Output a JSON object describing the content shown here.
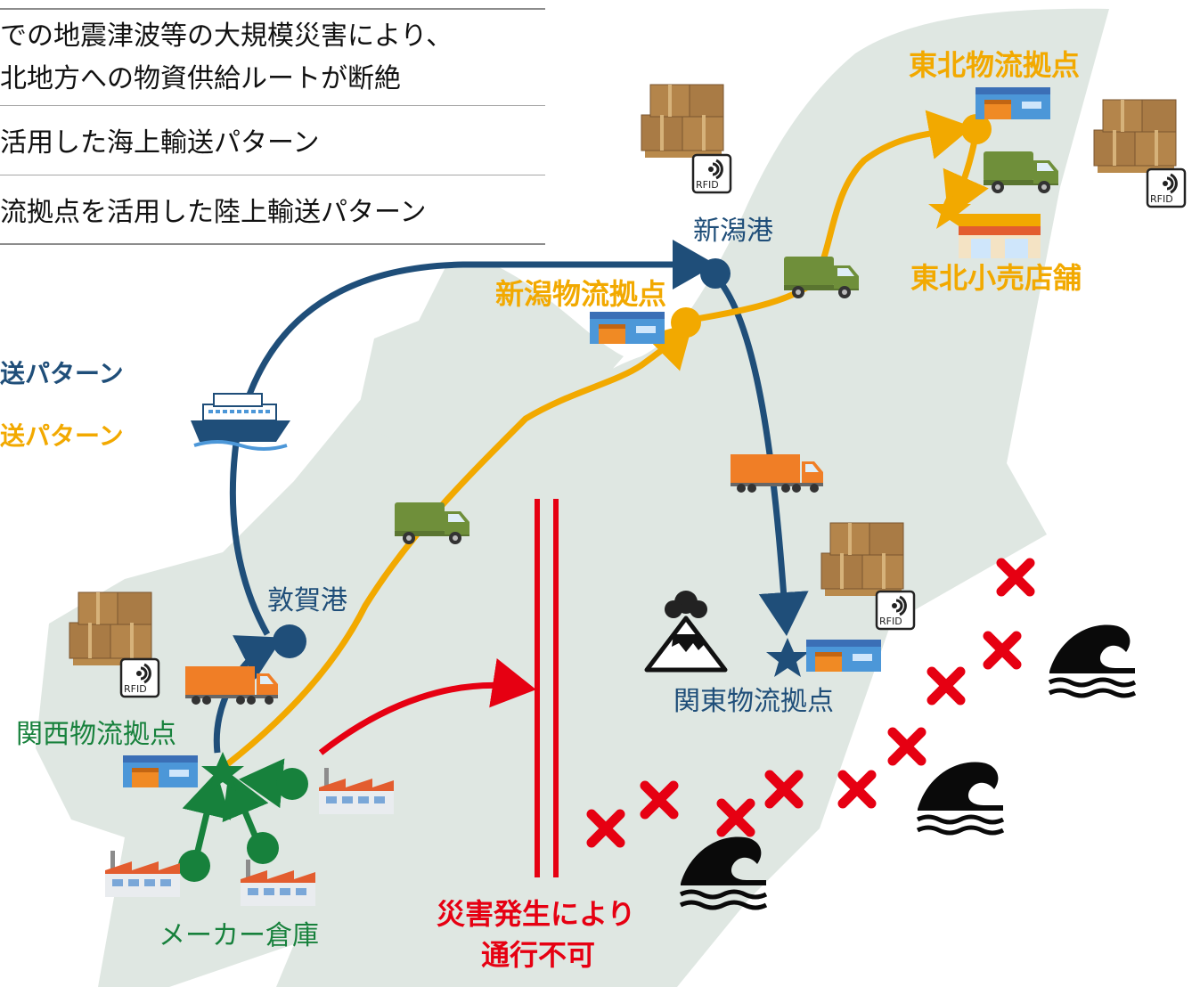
{
  "header": {
    "line1": "での地震津波等の大規模災害により、",
    "line2": "北地方への物資供給ルートが断絶",
    "pattern1": "活用した海上輸送パターン",
    "pattern2": "流拠点を活用した陸上輸送パターン"
  },
  "legend": {
    "sea": "送パターン",
    "land": "送パターン"
  },
  "places": {
    "tohoku_hub": "東北物流拠点",
    "tohoku_store": "東北小売店舗",
    "niigata_port": "新潟港",
    "niigata_hub": "新潟物流拠点",
    "tsuruga_port": "敦賀港",
    "kanto_hub": "関東物流拠点",
    "kansai_hub": "関西物流拠点",
    "maker_warehouse": "メーカー倉庫"
  },
  "disaster": {
    "line1": "災害発生により",
    "line2": "通行不可"
  },
  "tags": {
    "rfid": "RFID"
  },
  "colors": {
    "sea_route": "#1f4e79",
    "land_route": "#f2a900",
    "local_route": "#17813c",
    "blocked": "#e60012",
    "land_mass": "#dfe7e2"
  }
}
